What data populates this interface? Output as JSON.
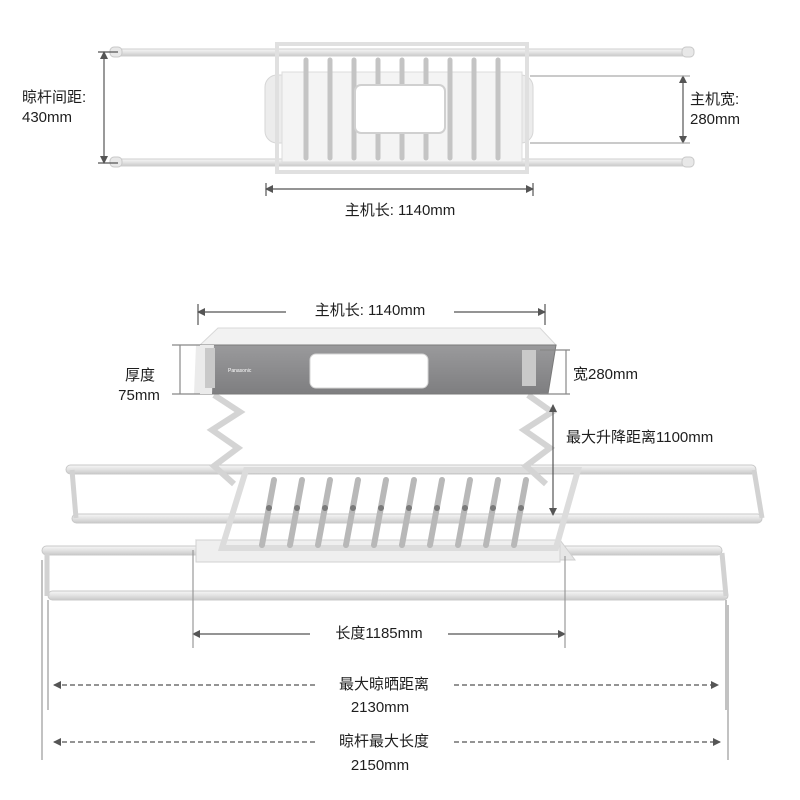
{
  "top_view": {
    "rod_spacing_label": "晾杆间距:",
    "rod_spacing_value": "430mm",
    "host_width_label": "主机宽:",
    "host_width_value": "280mm",
    "host_length": "主机长: 1140mm"
  },
  "side_view": {
    "host_length": "主机长: 1140mm",
    "thickness_label": "厚度",
    "thickness_value": "75mm",
    "width": "宽280mm",
    "max_lift": "最大升降距离1100mm",
    "rack_length": "长度1185mm",
    "max_drying_label": "最大晾晒距离",
    "max_drying_value": "2130mm",
    "max_rod_label": "晾杆最大长度",
    "max_rod_value": "2150mm"
  },
  "brand": "Panasonic",
  "colors": {
    "dimension_line": "#555555",
    "product_body": "#e6e6e6",
    "product_panel": "#8f8f91",
    "light_panel": "#ffffff"
  }
}
